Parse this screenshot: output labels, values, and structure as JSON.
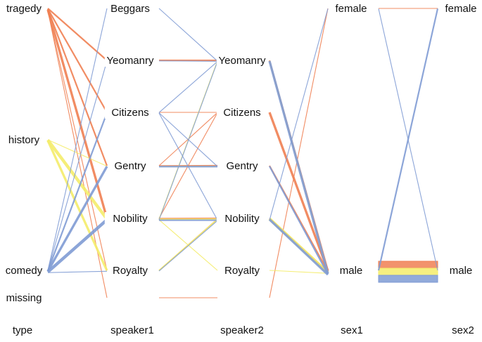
{
  "chart_data": {
    "type": "parallel-sets",
    "title": "",
    "axes": [
      {
        "key": "type",
        "label": "type",
        "categories": [
          "tragedy",
          "history",
          "comedy",
          "missing"
        ]
      },
      {
        "key": "speaker1",
        "label": "speaker1",
        "categories": [
          "Beggars",
          "Yeomanry",
          "Citizens",
          "Gentry",
          "Nobility",
          "Royalty"
        ]
      },
      {
        "key": "speaker2",
        "label": "speaker2",
        "categories": [
          "Yeomanry",
          "Citizens",
          "Gentry",
          "Nobility",
          "Royalty"
        ]
      },
      {
        "key": "sex1",
        "label": "sex1",
        "categories": [
          "female",
          "male"
        ]
      },
      {
        "key": "sex2",
        "label": "sex2",
        "categories": [
          "female",
          "male"
        ]
      }
    ],
    "colors": {
      "tragedy": "#f07f52",
      "history": "#f4ec6a",
      "comedy": "#7f9bd4"
    },
    "links": [
      {
        "series": "comedy",
        "from": [
          "type",
          "comedy"
        ],
        "to": [
          "speaker1",
          "Beggars"
        ],
        "weight": 1
      },
      {
        "series": "tragedy",
        "from": [
          "type",
          "tragedy"
        ],
        "to": [
          "speaker1",
          "Yeomanry"
        ],
        "weight": 2
      },
      {
        "series": "comedy",
        "from": [
          "type",
          "comedy"
        ],
        "to": [
          "speaker1",
          "Yeomanry"
        ],
        "weight": 1
      },
      {
        "series": "tragedy",
        "from": [
          "type",
          "tragedy"
        ],
        "to": [
          "speaker1",
          "Citizens"
        ],
        "weight": 2
      },
      {
        "series": "comedy",
        "from": [
          "type",
          "comedy"
        ],
        "to": [
          "speaker1",
          "Citizens"
        ],
        "weight": 2
      },
      {
        "series": "tragedy",
        "from": [
          "type",
          "tragedy"
        ],
        "to": [
          "speaker1",
          "Gentry"
        ],
        "weight": 2
      },
      {
        "series": "history",
        "from": [
          "type",
          "history"
        ],
        "to": [
          "speaker1",
          "Gentry"
        ],
        "weight": 1
      },
      {
        "series": "comedy",
        "from": [
          "type",
          "comedy"
        ],
        "to": [
          "speaker1",
          "Gentry"
        ],
        "weight": 3
      },
      {
        "series": "tragedy",
        "from": [
          "type",
          "tragedy"
        ],
        "to": [
          "speaker1",
          "Nobility"
        ],
        "weight": 3
      },
      {
        "series": "history",
        "from": [
          "type",
          "history"
        ],
        "to": [
          "speaker1",
          "Nobility"
        ],
        "weight": 4
      },
      {
        "series": "comedy",
        "from": [
          "type",
          "comedy"
        ],
        "to": [
          "speaker1",
          "Nobility"
        ],
        "weight": 4
      },
      {
        "series": "tragedy",
        "from": [
          "type",
          "tragedy"
        ],
        "to": [
          "speaker1",
          "Royalty"
        ],
        "weight": 1
      },
      {
        "series": "history",
        "from": [
          "type",
          "history"
        ],
        "to": [
          "speaker1",
          "Royalty"
        ],
        "weight": 3
      },
      {
        "series": "comedy",
        "from": [
          "type",
          "comedy"
        ],
        "to": [
          "speaker1",
          "Royalty"
        ],
        "weight": 1
      },
      {
        "series": "tragedy",
        "from": [
          "type",
          "tragedy"
        ],
        "to": [
          "speaker1",
          "missing"
        ],
        "weight": 1
      },
      {
        "series": "comedy",
        "from": [
          "speaker1",
          "Beggars"
        ],
        "to": [
          "speaker2",
          "Yeomanry"
        ],
        "weight": 1
      },
      {
        "series": "tragedy",
        "from": [
          "speaker1",
          "Yeomanry"
        ],
        "to": [
          "speaker2",
          "Yeomanry"
        ],
        "weight": 2
      },
      {
        "series": "comedy",
        "from": [
          "speaker1",
          "Yeomanry"
        ],
        "to": [
          "speaker2",
          "Yeomanry"
        ],
        "weight": 1
      },
      {
        "series": "comedy",
        "from": [
          "speaker1",
          "Citizens"
        ],
        "to": [
          "speaker2",
          "Yeomanry"
        ],
        "weight": 1
      },
      {
        "series": "tragedy",
        "from": [
          "speaker1",
          "Citizens"
        ],
        "to": [
          "speaker2",
          "Citizens"
        ],
        "weight": 1
      },
      {
        "series": "comedy",
        "from": [
          "speaker1",
          "Citizens"
        ],
        "to": [
          "speaker2",
          "Gentry"
        ],
        "weight": 1
      },
      {
        "series": "comedy",
        "from": [
          "speaker1",
          "Citizens"
        ],
        "to": [
          "speaker2",
          "Nobility"
        ],
        "weight": 1
      },
      {
        "series": "tragedy",
        "from": [
          "speaker1",
          "Gentry"
        ],
        "to": [
          "speaker2",
          "Citizens"
        ],
        "weight": 1
      },
      {
        "series": "tragedy",
        "from": [
          "speaker1",
          "Gentry"
        ],
        "to": [
          "speaker2",
          "Gentry"
        ],
        "weight": 2
      },
      {
        "series": "history",
        "from": [
          "speaker1",
          "Gentry"
        ],
        "to": [
          "speaker2",
          "Gentry"
        ],
        "weight": 1
      },
      {
        "series": "comedy",
        "from": [
          "speaker1",
          "Gentry"
        ],
        "to": [
          "speaker2",
          "Gentry"
        ],
        "weight": 2
      },
      {
        "series": "tragedy",
        "from": [
          "speaker1",
          "Nobility"
        ],
        "to": [
          "speaker2",
          "Citizens"
        ],
        "weight": 1
      },
      {
        "series": "history",
        "from": [
          "speaker1",
          "Nobility"
        ],
        "to": [
          "speaker2",
          "Yeomanry"
        ],
        "weight": 1
      },
      {
        "series": "comedy",
        "from": [
          "speaker1",
          "Nobility"
        ],
        "to": [
          "speaker2",
          "Yeomanry"
        ],
        "weight": 1
      },
      {
        "series": "tragedy",
        "from": [
          "speaker1",
          "Nobility"
        ],
        "to": [
          "speaker2",
          "Nobility"
        ],
        "weight": 2
      },
      {
        "series": "history",
        "from": [
          "speaker1",
          "Nobility"
        ],
        "to": [
          "speaker2",
          "Nobility"
        ],
        "weight": 2
      },
      {
        "series": "comedy",
        "from": [
          "speaker1",
          "Nobility"
        ],
        "to": [
          "speaker2",
          "Nobility"
        ],
        "weight": 2
      },
      {
        "series": "history",
        "from": [
          "speaker1",
          "Nobility"
        ],
        "to": [
          "speaker2",
          "Royalty"
        ],
        "weight": 1
      },
      {
        "series": "tragedy",
        "from": [
          "speaker1",
          "Royalty"
        ],
        "to": [
          "speaker2",
          "Nobility"
        ],
        "weight": 1
      },
      {
        "series": "history",
        "from": [
          "speaker1",
          "Royalty"
        ],
        "to": [
          "speaker2",
          "Nobility"
        ],
        "weight": 2
      },
      {
        "series": "comedy",
        "from": [
          "speaker1",
          "Royalty"
        ],
        "to": [
          "speaker2",
          "Nobility"
        ],
        "weight": 1
      },
      {
        "series": "tragedy",
        "from": [
          "speaker1",
          "missing"
        ],
        "to": [
          "speaker2",
          "missing"
        ],
        "weight": 1
      },
      {
        "series": "tragedy",
        "from": [
          "speaker2",
          "Yeomanry"
        ],
        "to": [
          "sex1",
          "male"
        ],
        "weight": 2
      },
      {
        "series": "comedy",
        "from": [
          "speaker2",
          "Yeomanry"
        ],
        "to": [
          "sex1",
          "male"
        ],
        "weight": 3
      },
      {
        "series": "history",
        "from": [
          "speaker2",
          "Yeomanry"
        ],
        "to": [
          "sex1",
          "male"
        ],
        "weight": 1
      },
      {
        "series": "tragedy",
        "from": [
          "speaker2",
          "Citizens"
        ],
        "to": [
          "sex1",
          "male"
        ],
        "weight": 3
      },
      {
        "series": "tragedy",
        "from": [
          "speaker2",
          "Gentry"
        ],
        "to": [
          "sex1",
          "male"
        ],
        "weight": 2
      },
      {
        "series": "comedy",
        "from": [
          "speaker2",
          "Gentry"
        ],
        "to": [
          "sex1",
          "male"
        ],
        "weight": 2
      },
      {
        "series": "tragedy",
        "from": [
          "speaker2",
          "Nobility"
        ],
        "to": [
          "sex1",
          "male"
        ],
        "weight": 2
      },
      {
        "series": "history",
        "from": [
          "speaker2",
          "Nobility"
        ],
        "to": [
          "sex1",
          "male"
        ],
        "weight": 4
      },
      {
        "series": "comedy",
        "from": [
          "speaker2",
          "Nobility"
        ],
        "to": [
          "sex1",
          "male"
        ],
        "weight": 3
      },
      {
        "series": "comedy",
        "from": [
          "speaker2",
          "Nobility"
        ],
        "to": [
          "sex1",
          "female"
        ],
        "weight": 1
      },
      {
        "series": "history",
        "from": [
          "speaker2",
          "Royalty"
        ],
        "to": [
          "sex1",
          "male"
        ],
        "weight": 1
      },
      {
        "series": "tragedy",
        "from": [
          "speaker2",
          "missing"
        ],
        "to": [
          "sex1",
          "female"
        ],
        "weight": 1
      },
      {
        "series": "tragedy",
        "from": [
          "sex1",
          "female"
        ],
        "to": [
          "sex2",
          "female"
        ],
        "weight": 1
      },
      {
        "series": "comedy",
        "from": [
          "sex1",
          "female"
        ],
        "to": [
          "sex2",
          "male"
        ],
        "weight": 1
      },
      {
        "series": "comedy",
        "from": [
          "sex1",
          "male"
        ],
        "to": [
          "sex2",
          "female"
        ],
        "weight": 2
      },
      {
        "series": "tragedy",
        "from": [
          "sex1",
          "male"
        ],
        "to": [
          "sex2",
          "male"
        ],
        "weight": 10
      },
      {
        "series": "history",
        "from": [
          "sex1",
          "male"
        ],
        "to": [
          "sex2",
          "male"
        ],
        "weight": 10
      },
      {
        "series": "comedy",
        "from": [
          "sex1",
          "male"
        ],
        "to": [
          "sex2",
          "male"
        ],
        "weight": 10
      }
    ]
  }
}
